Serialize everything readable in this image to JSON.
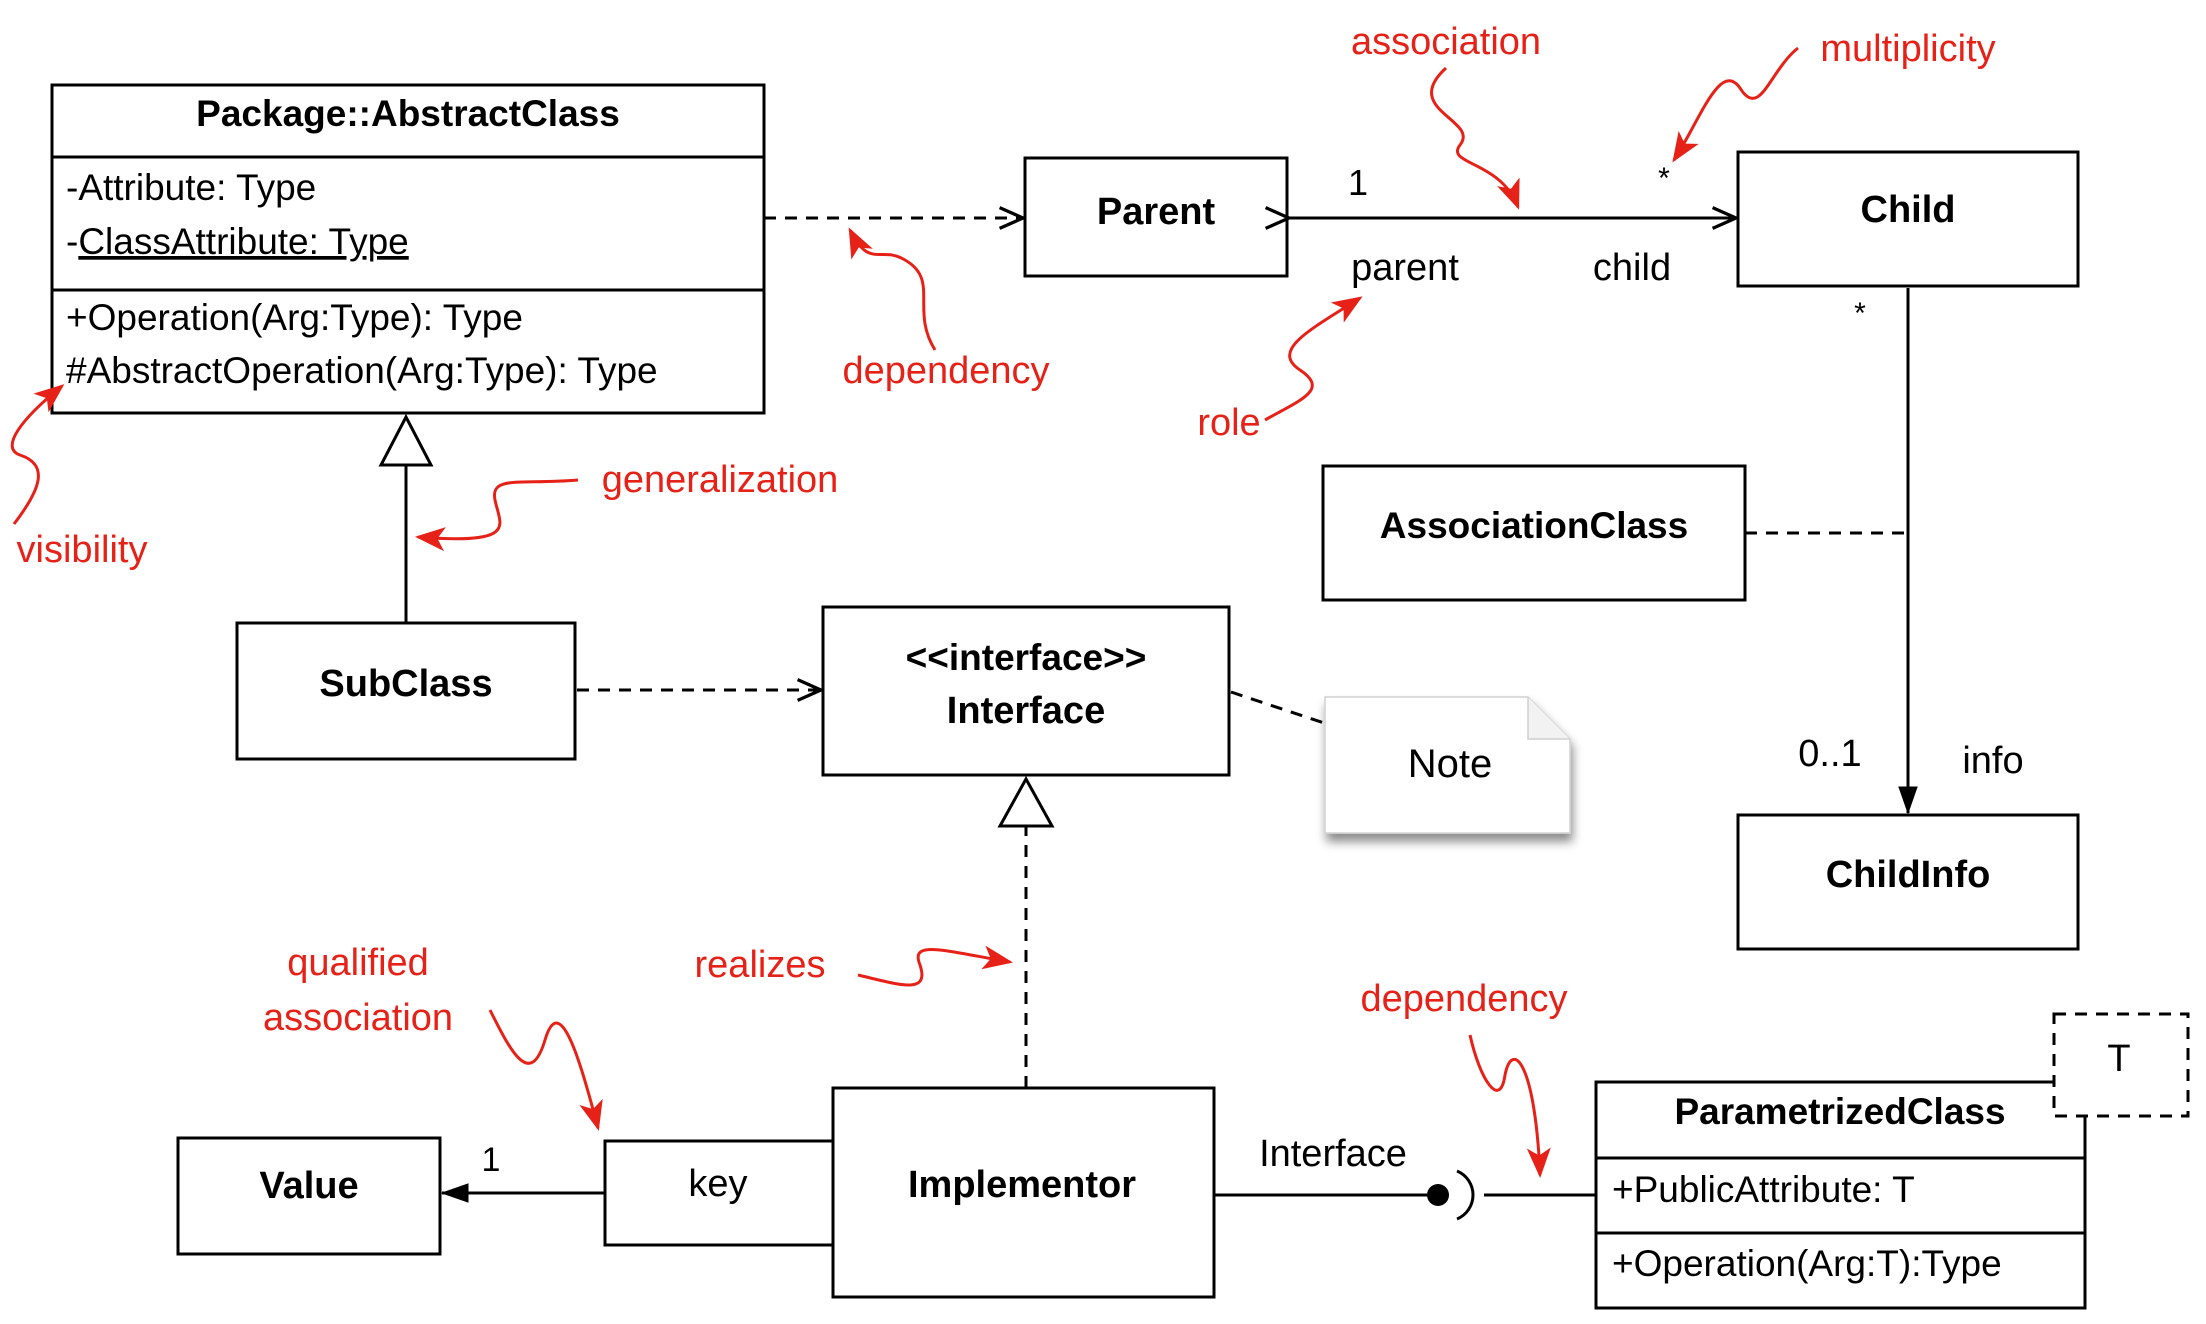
{
  "colors": {
    "annotation": "#e62117",
    "line": "#000000",
    "box": "#ffffff"
  },
  "classes": {
    "abstract": {
      "title": "Package::AbstractClass",
      "attr1": "-Attribute: Type",
      "attr2_prefix": "-",
      "attr2_underlined": "ClassAttribute: Type",
      "op1": "+Operation(Arg:Type): Type",
      "op2": "#AbstractOperation(Arg:Type): Type"
    },
    "parent": "Parent",
    "child": "Child",
    "association_class": "AssociationClass",
    "subclass": "SubClass",
    "interface_stereotype": "<<interface>>",
    "interface_name": "Interface",
    "note": "Note",
    "child_info": "ChildInfo",
    "value": "Value",
    "key": "key",
    "implementor": "Implementor",
    "parametrized": {
      "title": "ParametrizedClass",
      "template_param": "T",
      "attr": "+PublicAttribute: T",
      "op": "+Operation(Arg:T):Type"
    }
  },
  "labels": {
    "parent_mult": "1",
    "child_mult": "*",
    "parent_role": "parent",
    "child_role": "child",
    "child_down_mult": "*",
    "info_mult": "0..1",
    "info_role": "info",
    "value_mult": "1",
    "lollipop_interface": "Interface"
  },
  "annotations": {
    "association": "association",
    "multiplicity": "multiplicity",
    "dependency_top": "dependency",
    "role": "role",
    "generalization": "generalization",
    "visibility": "visibility",
    "realizes": "realizes",
    "qualified_1": "qualified",
    "qualified_2": "association",
    "dependency_bottom": "dependency"
  }
}
